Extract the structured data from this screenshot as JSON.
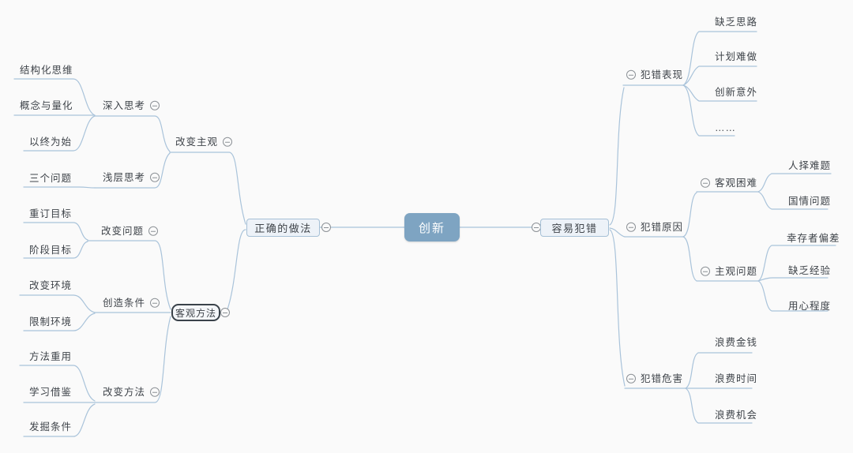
{
  "map": {
    "root": {
      "label": "创新"
    },
    "left": [
      {
        "label": "正确的做法",
        "children": [
          {
            "label": "改变主观",
            "children": [
              {
                "label": "深入思考",
                "children": [
                  {
                    "label": "结构化思维"
                  },
                  {
                    "label": "概念与量化"
                  },
                  {
                    "label": "以终为始"
                  }
                ]
              },
              {
                "label": "浅层思考",
                "children": [
                  {
                    "label": "三个问题"
                  }
                ]
              }
            ]
          },
          {
            "label": "客观方法",
            "children": [
              {
                "label": "改变问题",
                "children": [
                  {
                    "label": "重订目标"
                  },
                  {
                    "label": "阶段目标"
                  }
                ]
              },
              {
                "label": "创造条件",
                "children": [
                  {
                    "label": "改变环境"
                  },
                  {
                    "label": "限制环境"
                  }
                ]
              },
              {
                "label": "改变方法",
                "children": [
                  {
                    "label": "方法重用"
                  },
                  {
                    "label": "学习借鉴"
                  },
                  {
                    "label": "发掘条件"
                  }
                ]
              }
            ]
          }
        ]
      }
    ],
    "right": [
      {
        "label": "容易犯错",
        "children": [
          {
            "label": "犯错表现",
            "children": [
              {
                "label": "缺乏思路"
              },
              {
                "label": "计划难做"
              },
              {
                "label": "创新意外"
              },
              {
                "label": "……"
              }
            ]
          },
          {
            "label": "犯错原因",
            "children": [
              {
                "label": "客观困难",
                "children": [
                  {
                    "label": "人择难题"
                  },
                  {
                    "label": "国情问题"
                  }
                ]
              },
              {
                "label": "主观问题",
                "children": [
                  {
                    "label": "幸存者偏差"
                  },
                  {
                    "label": "缺乏经验"
                  },
                  {
                    "label": "用心程度"
                  }
                ]
              }
            ]
          },
          {
            "label": "犯错危害",
            "children": [
              {
                "label": "浪费金钱"
              },
              {
                "label": "浪费时间"
              },
              {
                "label": "浪费机会"
              }
            ]
          }
        ]
      }
    ],
    "colors": {
      "background": "#FAFAFA",
      "edge": "#A9C3DA",
      "root_fill": "#7EA4C2",
      "topic_fill": "#EDF2F8",
      "topic_border": "#A6C0D6",
      "selected_border": "#3A424A",
      "text": "#3F444A",
      "collapse_icon": "#8C9196"
    },
    "icons": {
      "collapse": "minus-circle"
    }
  }
}
